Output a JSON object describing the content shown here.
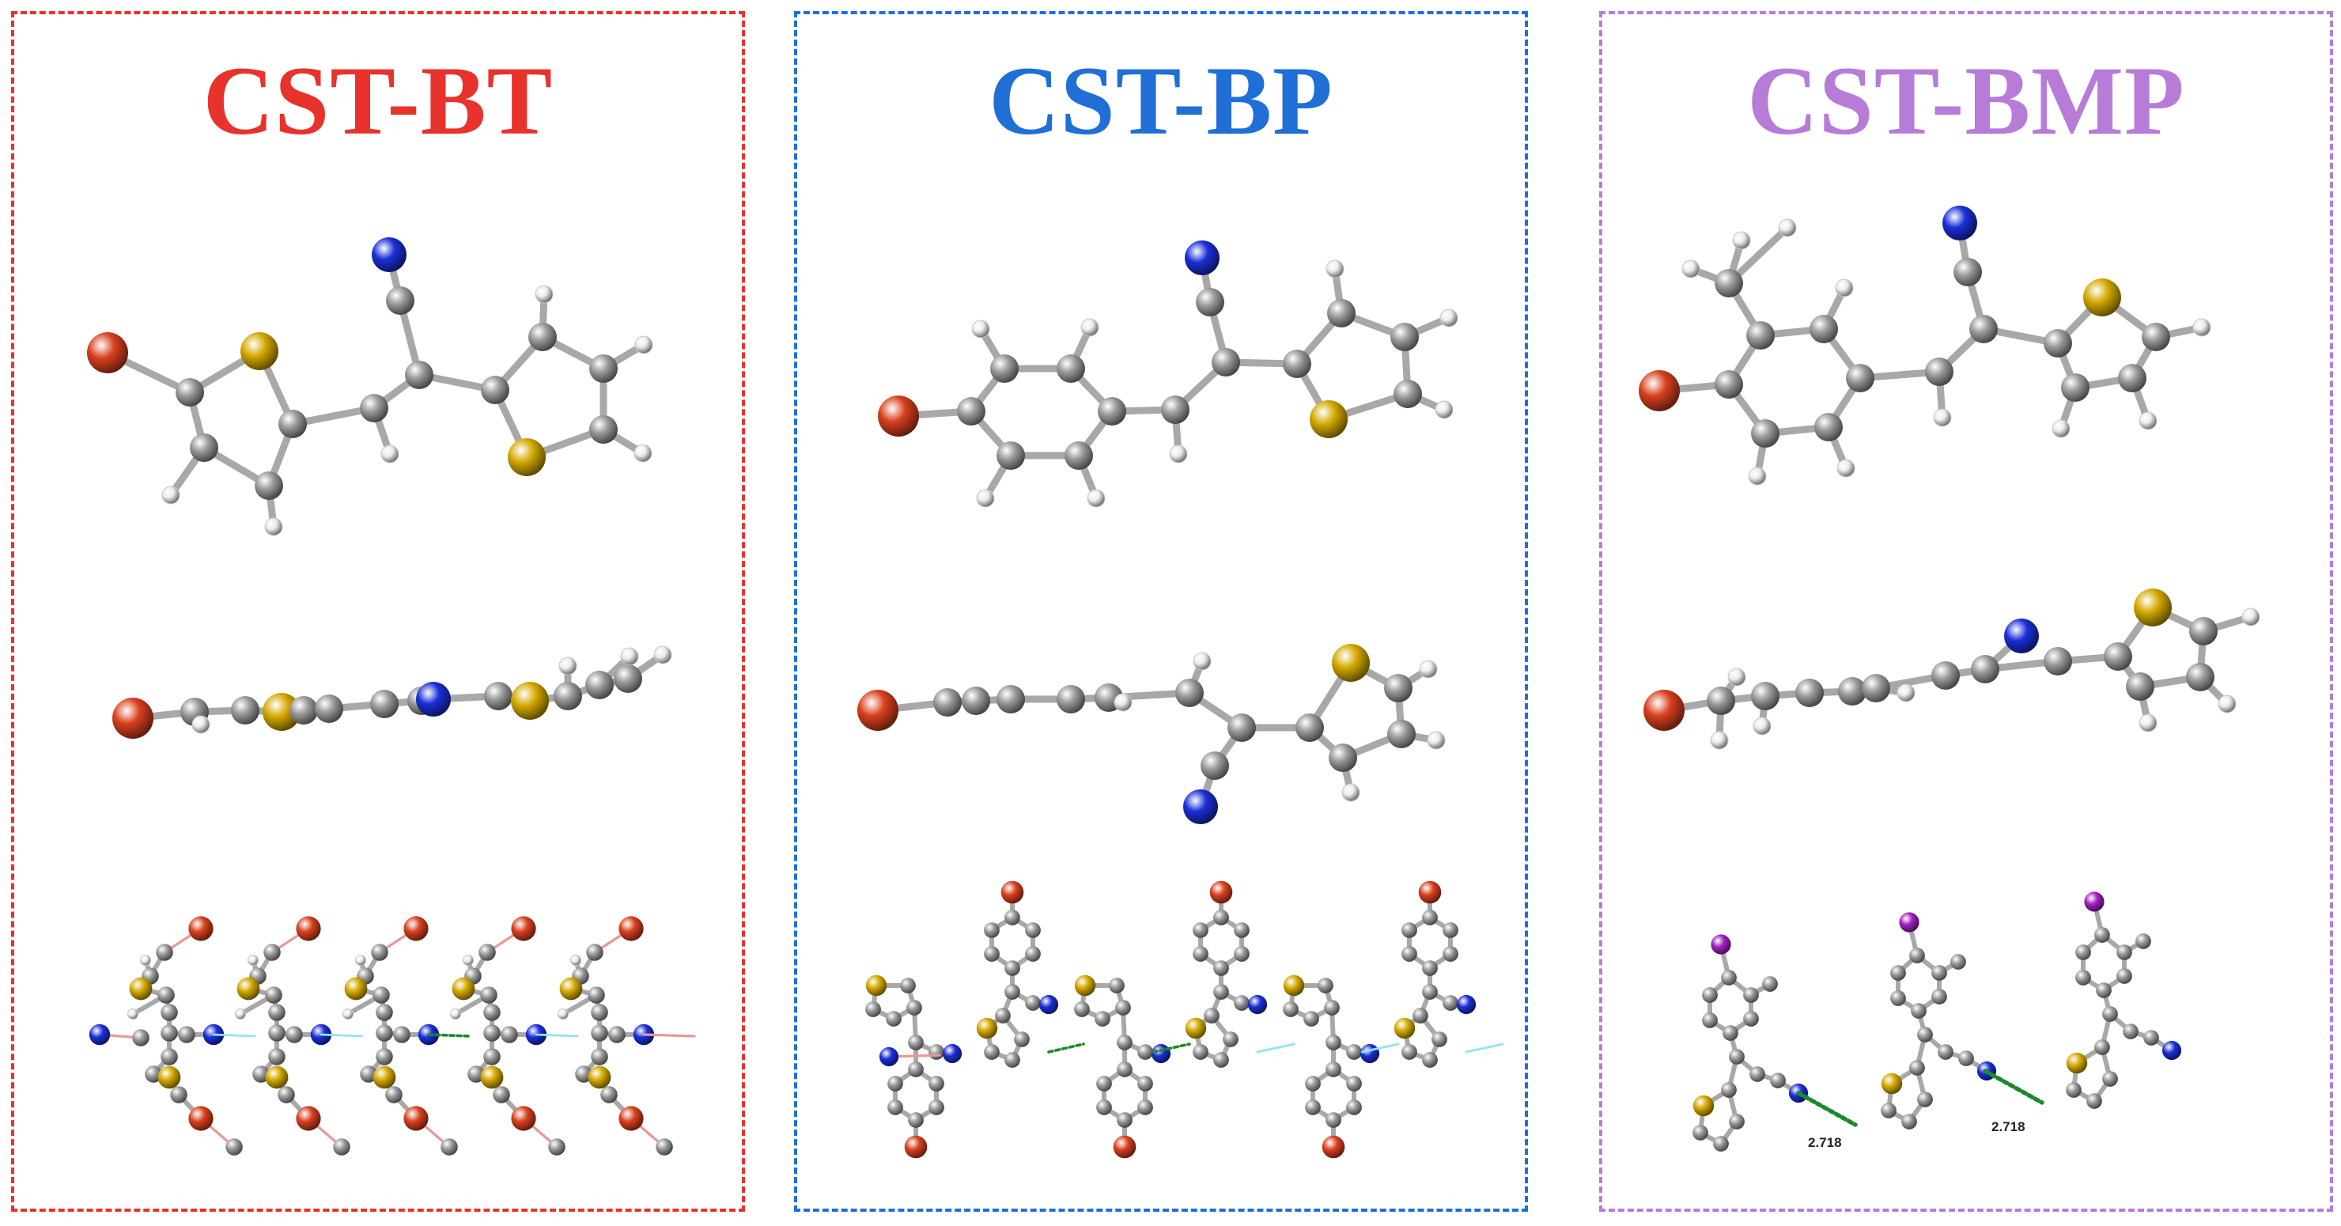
{
  "colors": {
    "bromine": "#d9401e",
    "sulfur": "#d4a900",
    "nitrogen": "#1a2fd8",
    "carbon": "#9a9a9a",
    "hydrogen": "#ececec",
    "iodine": "#a020c0"
  },
  "panels": [
    {
      "title": "CST-BT",
      "color": "#e8322c"
    },
    {
      "title": "CST-BP",
      "color": "#1f6fd6"
    },
    {
      "title": "CST-BMP",
      "color": "#b77bd8"
    }
  ],
  "distance_labels": [
    "2.718",
    "2.718"
  ]
}
